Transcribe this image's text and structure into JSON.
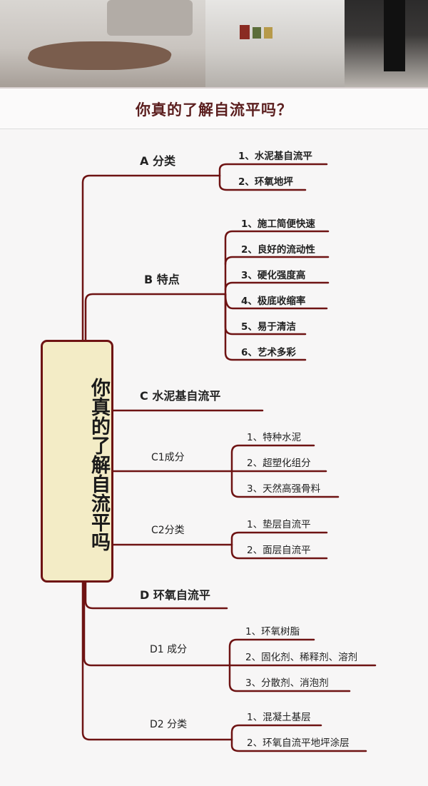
{
  "header": {
    "title": "你真的了解自流平吗？"
  },
  "central": {
    "text": "你真的了解自流平吗"
  },
  "nodes": {
    "a": {
      "label": "A 分类",
      "items": [
        "1、水泥基自流平",
        "2、环氧地坪"
      ]
    },
    "b": {
      "label": "B 特点",
      "items": [
        "1、施工简便快速",
        "2、良好的流动性",
        "3、硬化强度高",
        "4、极底收缩率",
        "5、易于清洁",
        "6、艺术多彩"
      ]
    },
    "c": {
      "label": "C 水泥基自流平"
    },
    "c1": {
      "label": "C1成分",
      "items": [
        "1、特种水泥",
        "2、超塑化组分",
        "3、天然高强骨料"
      ]
    },
    "c2": {
      "label": "C2分类",
      "items": [
        "1、垫层自流平",
        "2、面层自流平"
      ]
    },
    "d": {
      "label": "D 环氧自流平"
    },
    "d1": {
      "label": "D1 成分",
      "items": [
        "1、环氧树脂",
        "2、固化剂、稀释剂、溶剂",
        "3、分散剂、消泡剂"
      ]
    },
    "d2": {
      "label": "D2 分类",
      "items": [
        "1、混凝土基层",
        "2、环氧自流平地坪涂层"
      ]
    }
  },
  "colors": {
    "line": "#6e1313",
    "central_fill": "#f3ecc6",
    "title": "#5b1e1e"
  }
}
